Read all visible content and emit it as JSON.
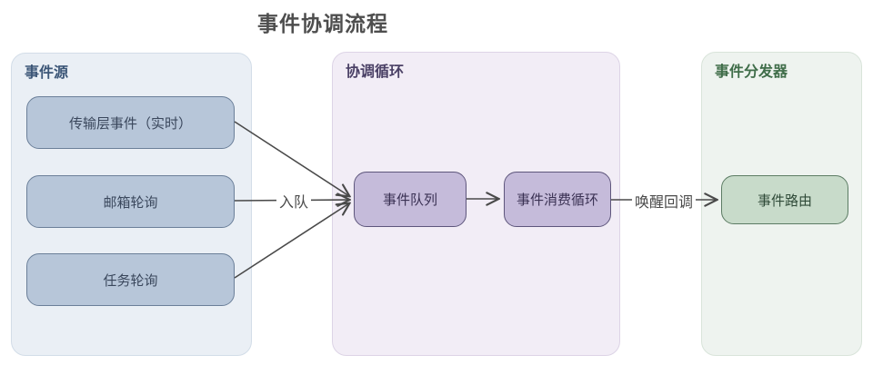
{
  "title": "事件协调流程",
  "groups": {
    "sources": {
      "label": "事件源",
      "nodes": [
        {
          "label": "传输层事件（实时）"
        },
        {
          "label": "邮箱轮询"
        },
        {
          "label": "任务轮询"
        }
      ]
    },
    "loop": {
      "label": "协调循环",
      "nodes": [
        {
          "label": "事件队列"
        },
        {
          "label": "事件消费循环"
        }
      ]
    },
    "dispatcher": {
      "label": "事件分发器",
      "nodes": [
        {
          "label": "事件路由"
        }
      ]
    }
  },
  "edges": {
    "enqueue_label": "入队",
    "wake_label": "唤醒回调"
  },
  "colors": {
    "title_text": "#4e4e4e",
    "arrow": "#4a4a4a",
    "sources_container_bg": "#eaeff5",
    "sources_label_text": "#3c5677",
    "source_node_fill": "#b7c6d9",
    "source_node_border": "#6b7f99",
    "loop_container_bg": "#f2edf6",
    "loop_label_text": "#4b4166",
    "loop_node_fill": "#c5bbda",
    "loop_node_border": "#5e567c",
    "dispatcher_container_bg": "#eef3ef",
    "dispatcher_label_text": "#3f6d49",
    "dispatcher_node_fill": "#c8dbca",
    "dispatcher_node_border": "#5c7c64"
  }
}
